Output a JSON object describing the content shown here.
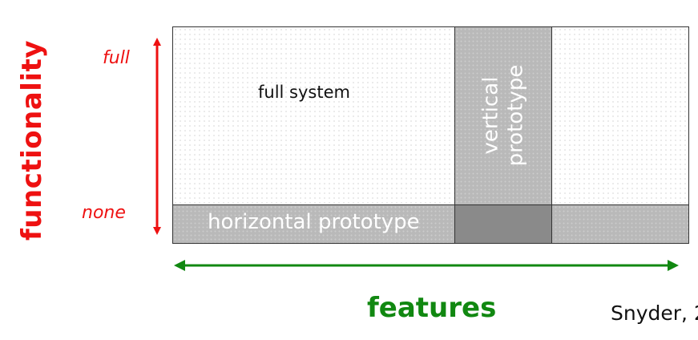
{
  "colors": {
    "axis_red": "#ee1111",
    "axis_green": "#118811",
    "band_gray": "#b9b9b9",
    "overlap_gray": "#8a8a8a"
  },
  "y_axis": {
    "title": "functionality",
    "top_label": "full",
    "bottom_label": "none"
  },
  "x_axis": {
    "title": "features"
  },
  "regions": {
    "full_system": "full system",
    "horizontal_prototype": "horizontal prototype",
    "vertical_prototype_line1": "vertical",
    "vertical_prototype_line2": "prototype"
  },
  "credit": "Snyder, 2"
}
